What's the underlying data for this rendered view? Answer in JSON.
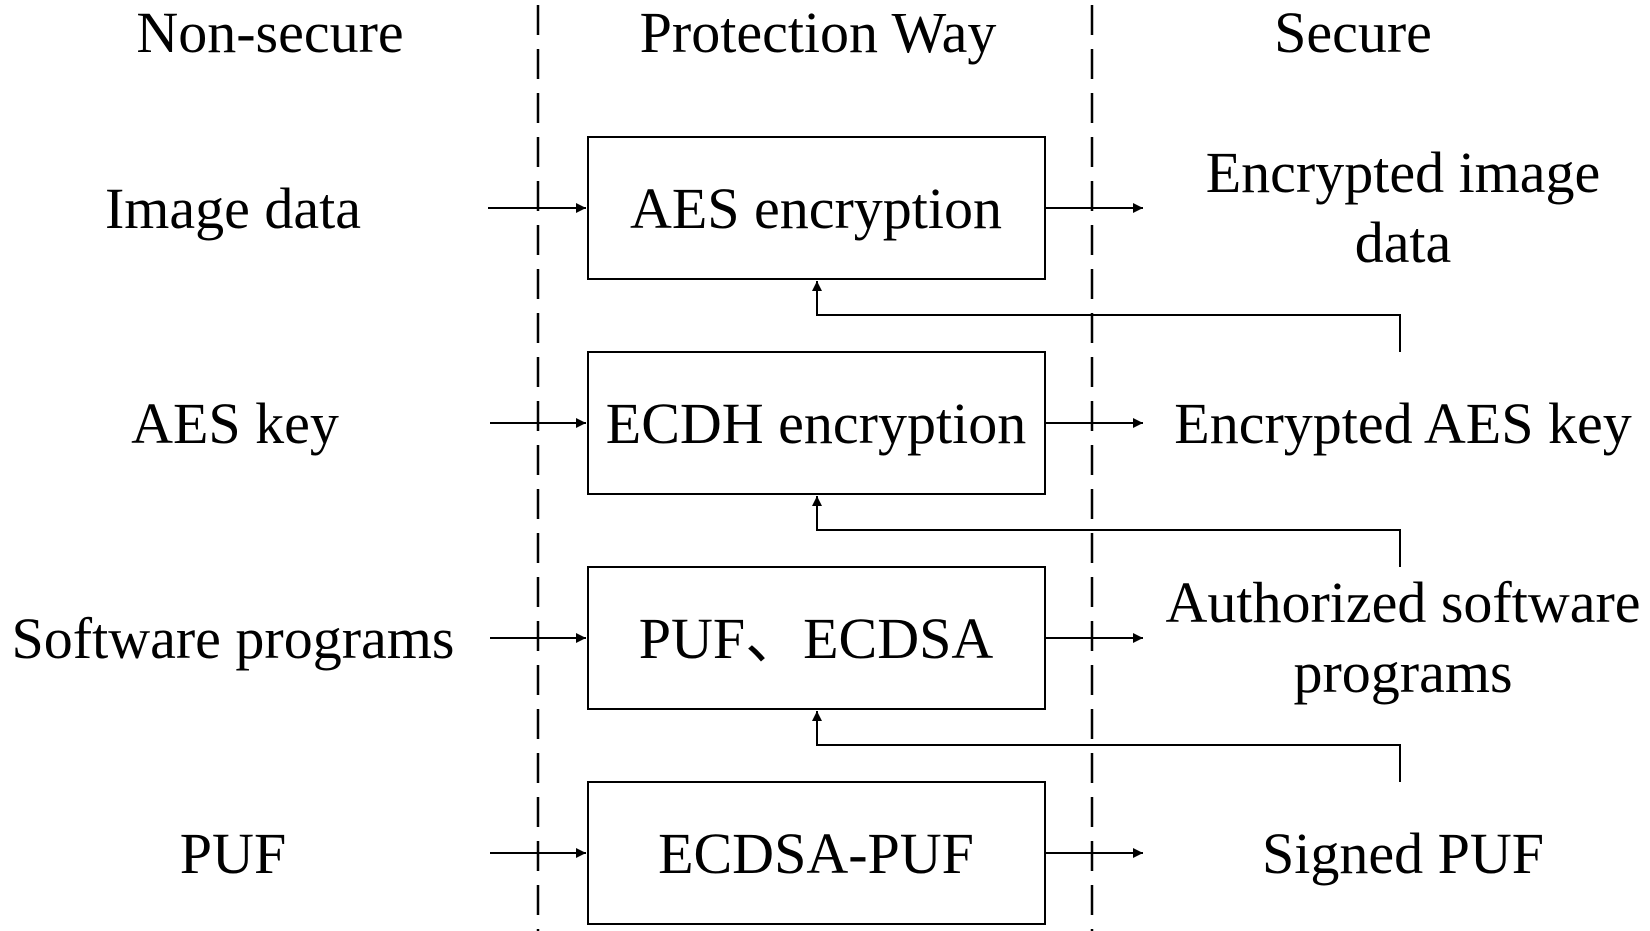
{
  "headers": {
    "non_secure": "Non-secure",
    "protection_way": "Protection Way",
    "secure": "Secure"
  },
  "rows": [
    {
      "input": "Image data",
      "process": "AES encryption",
      "output_line1": "Encrypted image",
      "output_line2": "data"
    },
    {
      "input": "AES key",
      "process": "ECDH encryption",
      "output_line1": "Encrypted AES key",
      "output_line2": ""
    },
    {
      "input": "Software programs",
      "process": "PUF、ECDSA",
      "output_line1": "Authorized software",
      "output_line2": "programs"
    },
    {
      "input": "PUF",
      "process": "ECDSA-PUF",
      "output_line1": "Signed PUF",
      "output_line2": ""
    }
  ],
  "colors": {
    "line": "#000000",
    "background": "#ffffff"
  }
}
